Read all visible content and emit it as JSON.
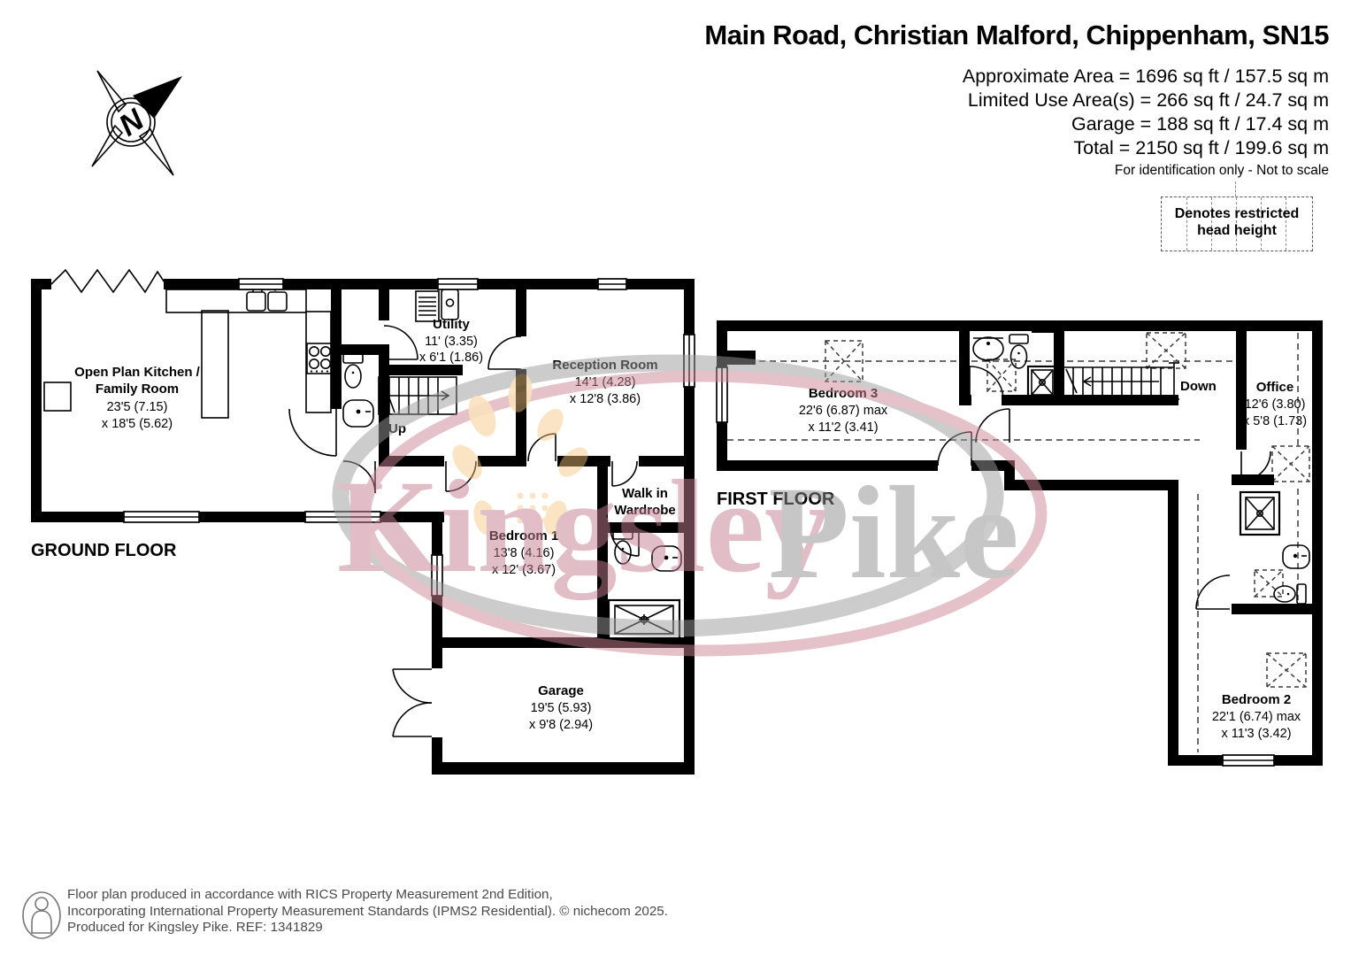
{
  "header": {
    "title": "Main Road, Christian Malford, Chippenham, SN15",
    "area_lines": [
      "Approximate Area = 1696 sq ft / 157.5 sq m",
      "Limited Use Area(s) = 266 sq ft / 24.7 sq m",
      "Garage = 188 sq ft / 17.4 sq m",
      "Total = 2150 sq ft / 199.6 sq m"
    ],
    "disclaimer": "For identification only - Not to scale",
    "legend_line1": "Denotes restricted",
    "legend_line2": "head height"
  },
  "compass": {
    "north_label": "N"
  },
  "ground_floor": {
    "name": "GROUND FLOOR",
    "stairs_label": "Up",
    "rooms": {
      "kitchen": {
        "name_line1": "Open Plan Kitchen /",
        "name_line2": "Family Room",
        "dim1": "23'5 (7.15)",
        "dim2": "x 18'5 (5.62)"
      },
      "utility": {
        "name": "Utility",
        "dim1": "11' (3.35)",
        "dim2": "x 6'1 (1.86)"
      },
      "reception": {
        "name": "Reception Room",
        "dim1": "14'1 (4.28)",
        "dim2": "x 12'8 (3.86)"
      },
      "bedroom1": {
        "name": "Bedroom 1",
        "dim1": "13'8 (4.16)",
        "dim2": "x 12' (3.67)"
      },
      "wardrobe": {
        "name_line1": "Walk in",
        "name_line2": "Wardrobe"
      },
      "garage": {
        "name": "Garage",
        "dim1": "19'5 (5.93)",
        "dim2": "x 9'8 (2.94)"
      }
    }
  },
  "first_floor": {
    "name": "FIRST FLOOR",
    "stairs_label": "Down",
    "rooms": {
      "bedroom3": {
        "name": "Bedroom 3",
        "dim1": "22'6 (6.87) max",
        "dim2": "x 11'2 (3.41)"
      },
      "office": {
        "name": "Office",
        "dim1": "12'6 (3.80)",
        "dim2": "x 5'8 (1.73)"
      },
      "bedroom2": {
        "name": "Bedroom 2",
        "dim1": "22'1 (6.74) max",
        "dim2": "x 11'3 (3.42)"
      }
    }
  },
  "watermark": {
    "word1": "Kingsley",
    "word2": "Pike"
  },
  "footer": {
    "line1": "Floor plan produced in accordance with RICS Property Measurement 2nd Edition,",
    "line2": "Incorporating International Property Measurement Standards (IPMS2 Residential).  © nichecom 2025.",
    "line3": "Produced for Kingsley Pike.   REF: 1341829"
  },
  "colors": {
    "wall": "#000000",
    "watermark_pink": "#cd8496",
    "watermark_gray": "#9b9b9b",
    "watermark_yellow": "#f4c57d"
  }
}
